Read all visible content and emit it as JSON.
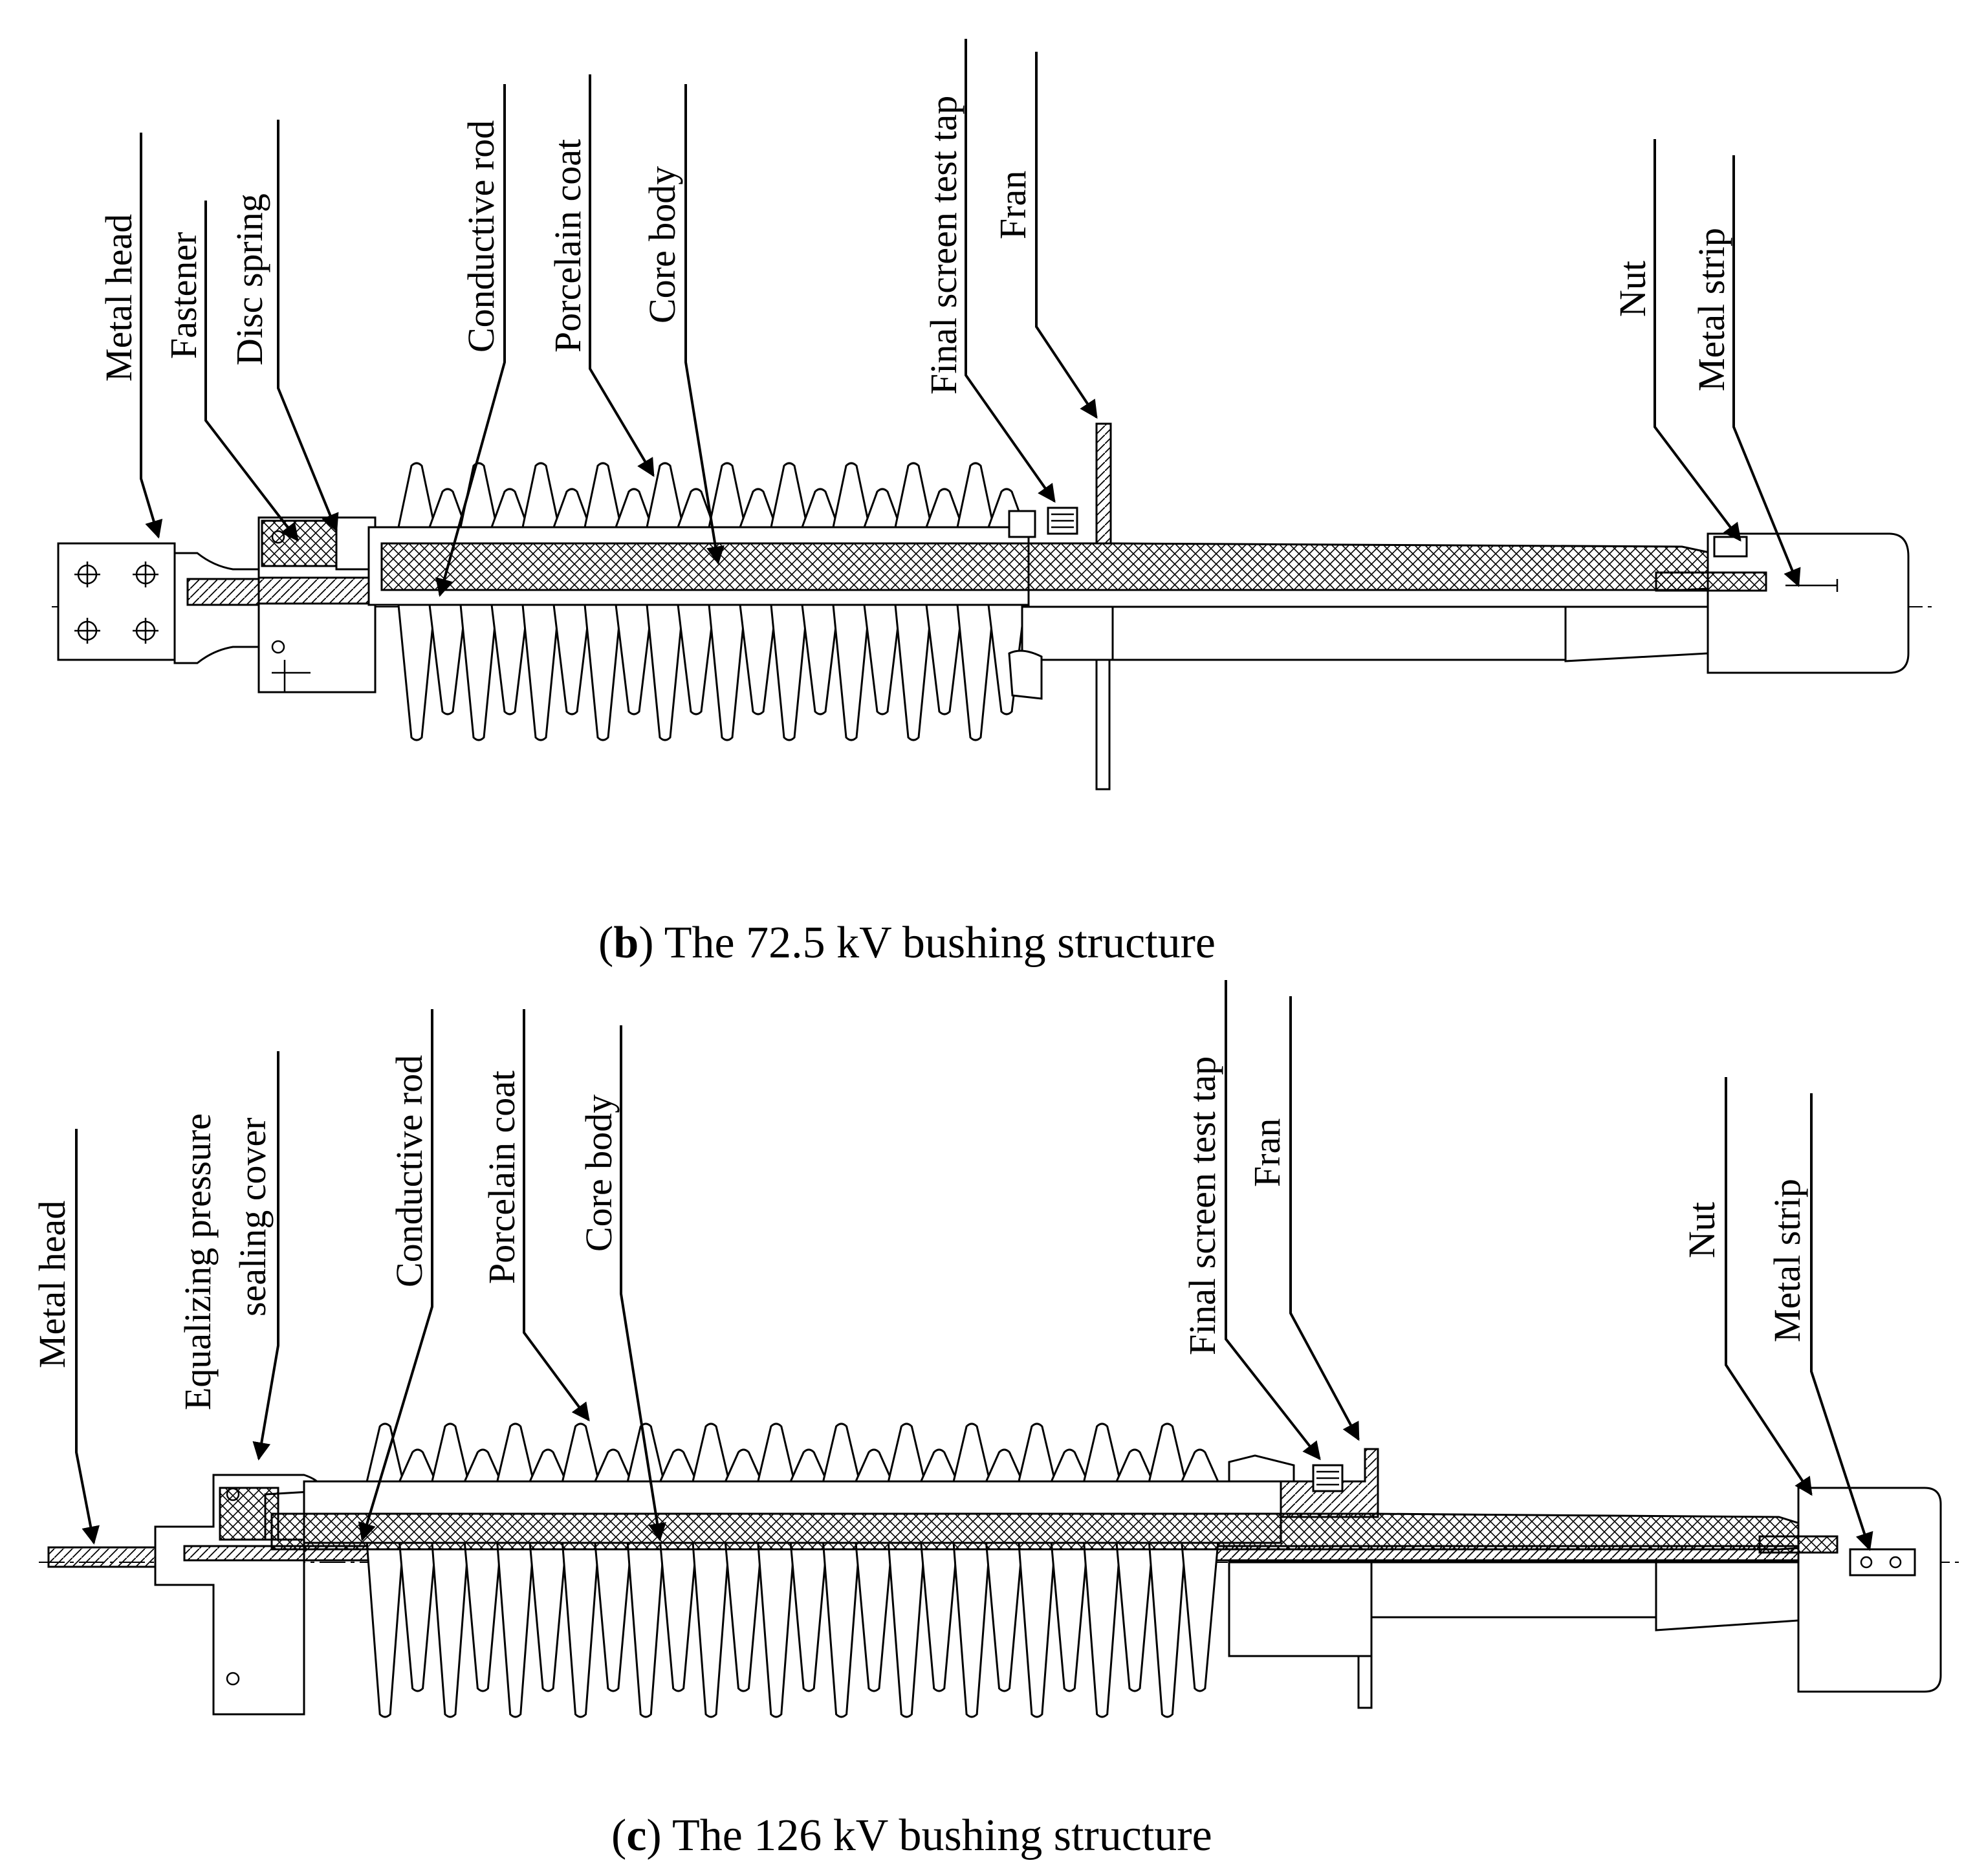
{
  "diagram_b": {
    "caption_letter": "b",
    "caption_text": " The 72.5 kV bushing structure",
    "labels": {
      "metal_head": "Metal head",
      "fastener": "Fastener",
      "disc_spring": "Disc spring",
      "conductive_rod": "Conductive rod",
      "porcelain_coat": "Porcelain coat",
      "core_body": "Core body",
      "final_screen_test_tap": "Final screen test tap",
      "fran": "Fran",
      "nut": "Nut",
      "metal_strip": "Metal strip"
    }
  },
  "diagram_c": {
    "caption_letter": "c",
    "caption_text": " The 126 kV bushing structure",
    "labels": {
      "metal_head": "Metal head",
      "equalizing_line1": "Equalizing pressure",
      "equalizing_line2": "sealing cover",
      "conductive_rod": "Conductive rod",
      "porcelain_coat": "Porcelain coat",
      "core_body": "Core body",
      "final_screen_test_tap": "Final screen test tap",
      "fran": "Fran",
      "nut": "Nut",
      "metal_strip": "Metal strip"
    }
  }
}
